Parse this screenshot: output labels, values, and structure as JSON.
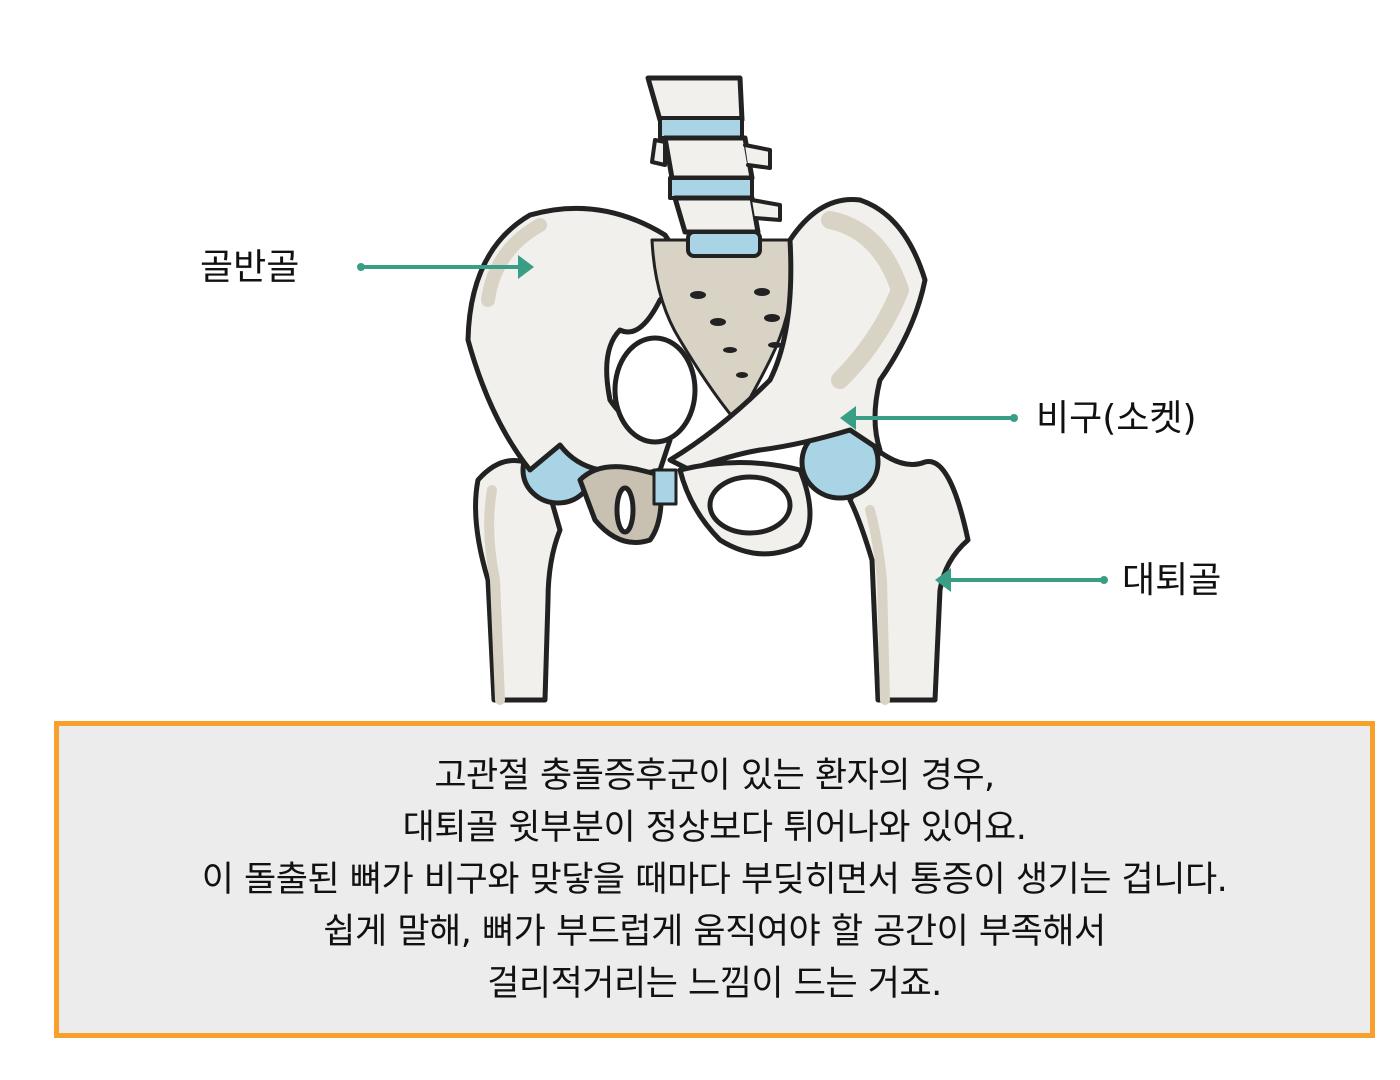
{
  "diagram": {
    "subject": "hip joint / pelvis anatomy illustration",
    "labels": [
      {
        "id": "pelvis",
        "text": "골반골",
        "arrow_direction": "right"
      },
      {
        "id": "acetabulum",
        "text": "비구(소켓)",
        "arrow_direction": "left"
      },
      {
        "id": "femur",
        "text": "대퇴골",
        "arrow_direction": "left"
      }
    ],
    "colors": {
      "arrow": "#3a9e86",
      "bone_light": "#f1f0ec",
      "bone_shade": "#d9d3c6",
      "bone_dark_shade": "#c8c0b0",
      "cartilage": "#a8d4e6",
      "outline": "#222222",
      "caption_border": "#f7a02b",
      "caption_bg": "#ececec"
    }
  },
  "caption": {
    "lines": [
      "고관절 충돌증후군이 있는 환자의 경우,",
      "대퇴골 윗부분이 정상보다 튀어나와 있어요.",
      "이 돌출된 뼈가 비구와 맞닿을 때마다 부딪히면서 통증이 생기는 겁니다.",
      "쉽게 말해, 뼈가 부드럽게 움직여야 할 공간이 부족해서",
      "걸리적거리는 느낌이 드는 거죠."
    ]
  }
}
